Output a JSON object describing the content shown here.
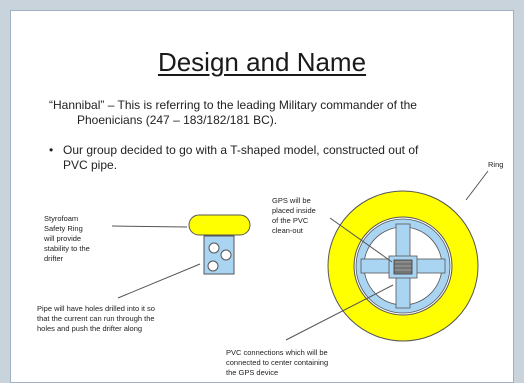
{
  "slide": {
    "title": "Design and Name",
    "hannibal_line_1": "“Hannibal” – This is referring to the leading Military commander of the",
    "hannibal_line_2": "Phoenicians (247 – 183/182/181 BC).",
    "bullet_char": "•",
    "bullet_line_1": "Our group decided to go with a T-shaped model, constructed out of",
    "bullet_line_2": "PVC pipe."
  },
  "labels": {
    "styrofoam": [
      "Styrofoam",
      "Safety Ring",
      "will provide",
      "stability to the",
      "drifter"
    ],
    "pipe_holes": [
      "Pipe will have holes drilled into it so",
      "that the current can run through the",
      "holes and push the drifter along"
    ],
    "gps": [
      "GPS will be",
      "placed inside",
      "of the PVC",
      "clean-out"
    ],
    "ring": "Ring",
    "pvc_connections": [
      "PVC connections which will be",
      "connected to center containing",
      "the GPS device"
    ]
  },
  "colors": {
    "ring_yellow": "#ffff00",
    "pipe_blue": "#a9d4f2",
    "gps_gray": "#8a8a8a",
    "outline": "#555555"
  }
}
